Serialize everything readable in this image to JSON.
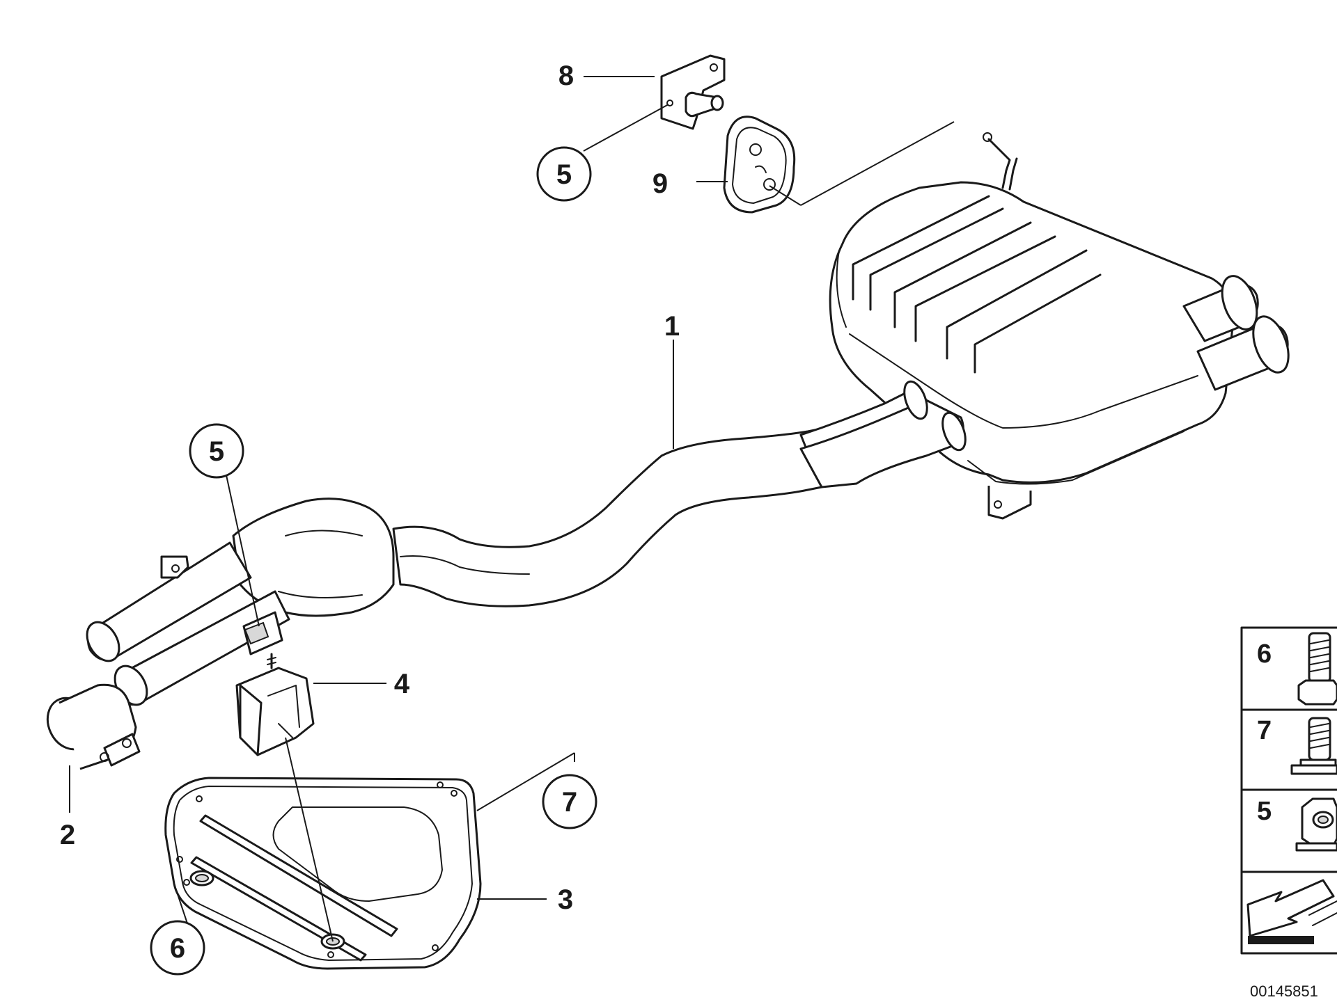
{
  "diagram": {
    "callouts": {
      "c1": "1",
      "c2": "2",
      "c3": "3",
      "c4": "4",
      "c5_top": "5",
      "c5_left": "5",
      "c6_bottom": "6",
      "c7_circle": "7",
      "c8": "8",
      "c9": "9"
    },
    "legend": {
      "rows": [
        {
          "label": "6",
          "icon": "hex-bolt-icon"
        },
        {
          "label": "7",
          "icon": "flange-bolt-icon"
        },
        {
          "label": "5",
          "icon": "hex-nut-icon"
        },
        {
          "label": "",
          "icon": "direction-arrow-icon"
        }
      ]
    },
    "document_number": "00145851"
  }
}
